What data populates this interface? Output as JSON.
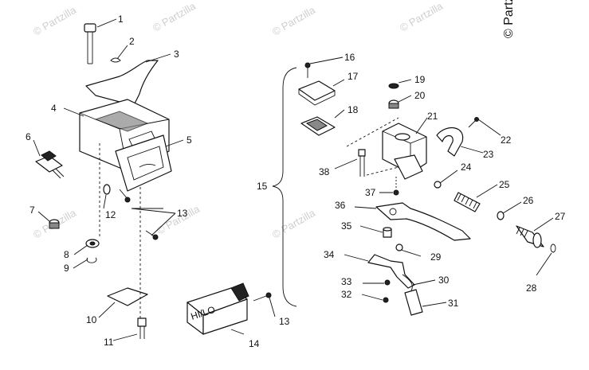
{
  "brand": "© Partzilla",
  "watermark_text": "© Partzilla",
  "switch_label": "HI/LO",
  "callouts": [
    "1",
    "2",
    "3",
    "4",
    "5",
    "6",
    "7",
    "8",
    "9",
    "10",
    "11",
    "12",
    "13",
    "13",
    "14",
    "15",
    "16",
    "17",
    "18",
    "19",
    "20",
    "21",
    "22",
    "23",
    "24",
    "25",
    "26",
    "27",
    "28",
    "29",
    "30",
    "31",
    "32",
    "33",
    "34",
    "35",
    "36",
    "37",
    "38"
  ]
}
